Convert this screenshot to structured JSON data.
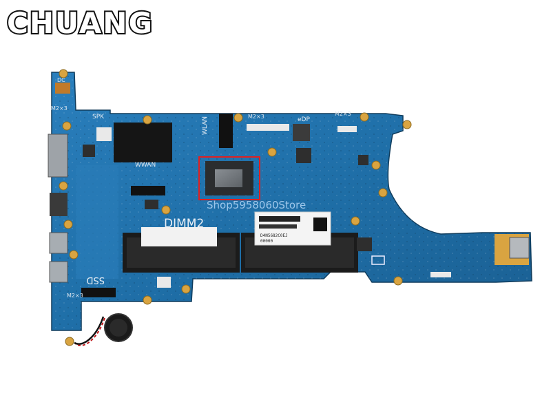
{
  "brand": {
    "logo_text": "CHUANG"
  },
  "watermark": {
    "text": "Shop5958060Store"
  },
  "board": {
    "pcb_color": "#1f6fa8",
    "labels": {
      "dimm": "DIMM2",
      "ssd": "SSD",
      "wlan": "WLAN",
      "wwan": "WWAN",
      "edp": "eDP",
      "spk": "SPK",
      "dc": "DC",
      "m2_left": "M2×3",
      "m2_top": "M2×3",
      "m2_right": "M2×3",
      "m2_bottom": "M2×3"
    },
    "sticker": {
      "line1": "D4N5682C0EJ",
      "line2": "00000"
    }
  },
  "colors": {
    "pcb": "#1f6fa8",
    "pcb_dark": "#17557f",
    "gold": "#d9a441",
    "black": "#151515"
  }
}
